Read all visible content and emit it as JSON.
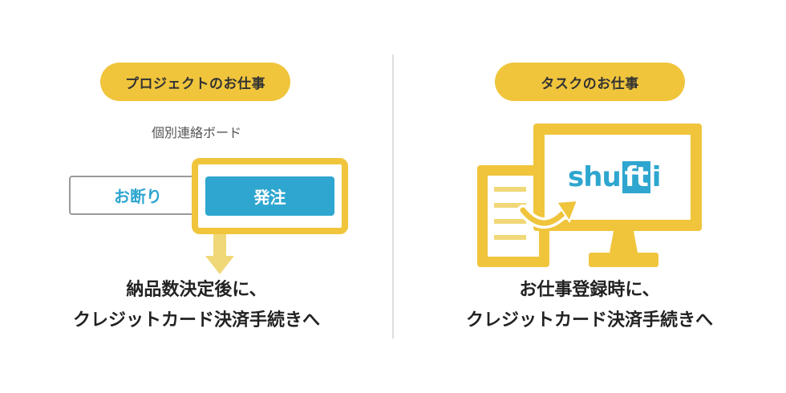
{
  "left_panel": {
    "badge": "プロジェクトのお仕事",
    "board_label": "個別連絡ボード",
    "decline_button": "お断り",
    "order_button": "発注",
    "caption_line1": "納品数決定後に、",
    "caption_line2": "クレジットカード決済手続きへ"
  },
  "right_panel": {
    "badge": "タスクのお仕事",
    "logo": {
      "part1": "shu",
      "part2": "ft",
      "part3": "i"
    },
    "caption_line1": "お仕事登録時に、",
    "caption_line2": "クレジットカード決済手続きへ"
  },
  "colors": {
    "accent_yellow": "#f0c53c",
    "arrow_yellow": "#f0d878",
    "accent_blue": "#2ea6cf",
    "divider": "#dddddd"
  },
  "icons": [
    "arrow-down-icon",
    "document-icon",
    "monitor-icon",
    "arrow-right-icon"
  ]
}
